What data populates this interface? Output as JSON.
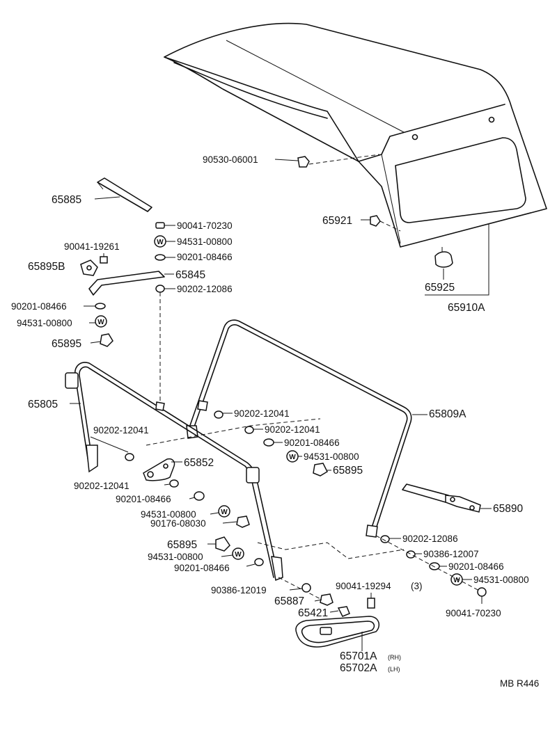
{
  "diagram": {
    "ref_code": "MB R446",
    "labels": {
      "p90530_06001": "90530-06001",
      "p65885": "65885",
      "p90041_70230_top": "90041-70230",
      "p94531_00800_a": "94531-00800",
      "p90201_08466_a": "90201-08466",
      "p90041_19261": "90041-19261",
      "p65895B": "65895B",
      "p65845": "65845",
      "p90202_12086_a": "90202-12086",
      "p90201_08466_b": "90201-08466",
      "p94531_00800_b": "94531-00800",
      "p65895_a": "65895",
      "p65921": "65921",
      "p65925": "65925",
      "p65910A": "65910A",
      "p65805": "65805",
      "p90202_12041_a": "90202-12041",
      "p90202_12041_b": "90202-12041",
      "p90202_12041_c": "90202-12041",
      "p65809A": "65809A",
      "p90201_08466_c": "90201-08466",
      "p94531_00800_c": "94531-00800",
      "p65895_b": "65895",
      "p65852": "65852",
      "p90202_12041_d": "90202-12041",
      "p90201_08466_d": "90201-08466",
      "p94531_00800_d": "94531-00800",
      "p90176_08030": "90176-08030",
      "p65890": "65890",
      "p65895_c": "65895",
      "p94531_00800_e": "94531-00800",
      "p90201_08466_e": "90201-08466",
      "p90202_12086_b": "90202-12086",
      "p90386_12007": "90386-12007",
      "p90201_08466_f": "90201-08466",
      "p94531_00800_f": "94531-00800",
      "p90041_70230_bot": "90041-70230",
      "p90386_12019": "90386-12019",
      "p65887": "65887",
      "p90041_19294": "90041-19294",
      "p90041_19294_qty": "(3)",
      "p65421": "65421",
      "p65701A": "65701A",
      "p65701A_side": "(RH)",
      "p65702A": "65702A",
      "p65702A_side": "(LH)"
    },
    "washer_mark": "W"
  }
}
